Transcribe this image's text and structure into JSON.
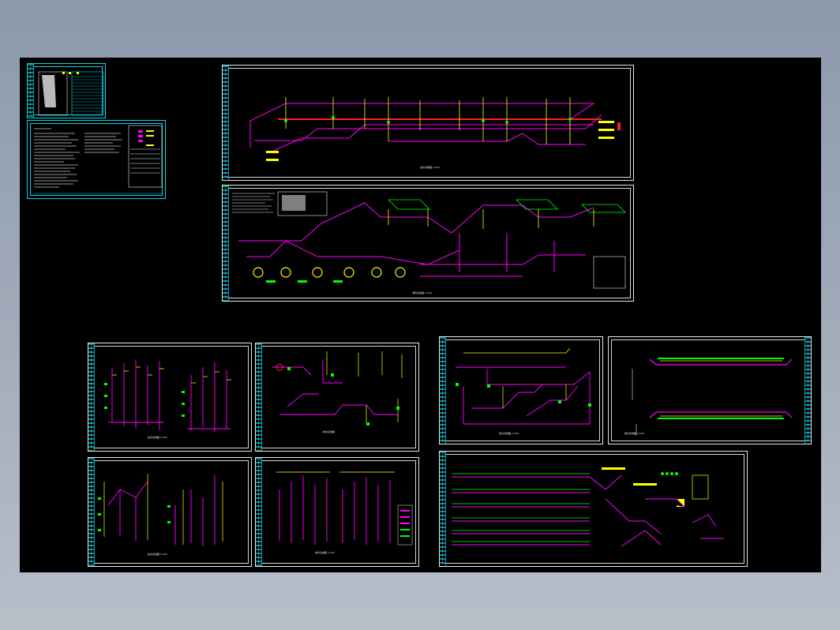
{
  "viewer": {
    "canvas_background": "#000000",
    "frame_color": "#e8e8e8",
    "titleblock_color": "#00d8e8",
    "pipe_colors": [
      "#ff00ff",
      "#ffff00",
      "#00ff00",
      "#ff2020",
      "#00e0ff"
    ]
  },
  "sheets": [
    {
      "id": "cover",
      "caption": ""
    },
    {
      "id": "design-notes",
      "caption": ""
    },
    {
      "id": "system-diagram-1",
      "caption": "给水系统图 1:100"
    },
    {
      "id": "system-diagram-2",
      "caption": "消防系统图 1:100"
    },
    {
      "id": "riser-1",
      "caption": "给水系统图 1:100"
    },
    {
      "id": "riser-2",
      "caption": "排水系统图"
    },
    {
      "id": "riser-3",
      "caption": "给水系统图 1:100"
    },
    {
      "id": "riser-4",
      "caption": "排水系统图 1:100"
    },
    {
      "id": "riser-5",
      "caption": "给水系统图 1:100"
    },
    {
      "id": "riser-6",
      "caption": "排水系统图 1:100"
    },
    {
      "id": "sprinkler",
      "caption": ""
    }
  ]
}
